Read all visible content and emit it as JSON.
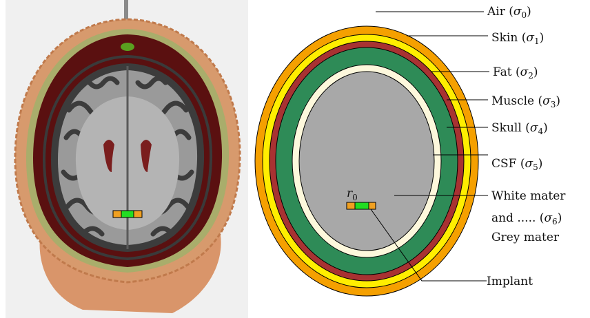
{
  "figure": {
    "left_panel": {
      "image_description_name": "head-model-axial-slice"
    },
    "right_panel": {
      "layers": [
        {
          "id": "air",
          "label": "Air",
          "sigma_sub": "0"
        },
        {
          "id": "skin",
          "label": "Skin",
          "sigma_sub": "1"
        },
        {
          "id": "fat",
          "label": "Fat",
          "sigma_sub": "2"
        },
        {
          "id": "muscle",
          "label": "Muscle",
          "sigma_sub": "3"
        },
        {
          "id": "skull",
          "label": "Skull",
          "sigma_sub": "4"
        },
        {
          "id": "csf",
          "label": "CSF",
          "sigma_sub": "5"
        },
        {
          "id": "brain",
          "label_line1": "White mater",
          "label_line2": "and .....",
          "label_line3": "Grey mater",
          "sigma_sub": "6"
        }
      ],
      "position_label": "r",
      "position_sub": "0",
      "implant_label": "Implant",
      "sigma_symbol": "σ"
    },
    "colors": {
      "skin": "#f5a000",
      "fat": "#ffee00",
      "muscle": "#a83232",
      "skull": "#2e8b57",
      "csf": "#fdf8dc",
      "brain": "#a8a8a8",
      "implant_body": "#22dd22",
      "implant_caps": "#f0a020"
    }
  }
}
